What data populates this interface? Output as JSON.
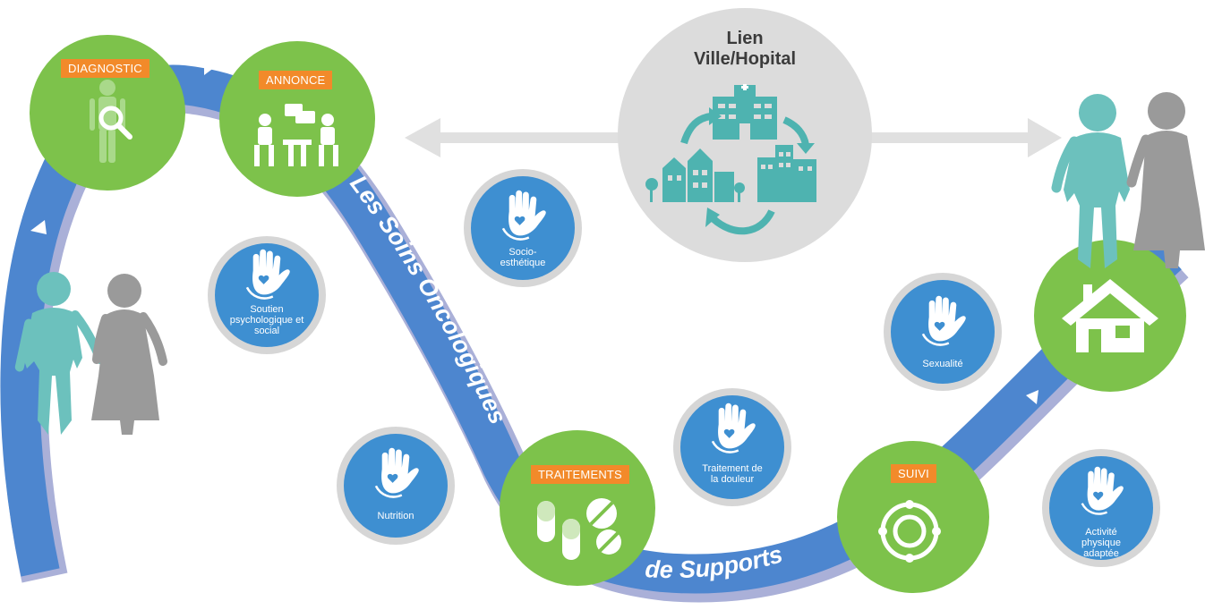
{
  "stages": {
    "diagnostic": "DIAGNOSTIC",
    "annonce": "ANNONCE",
    "traitements": "TRAITEMENTS",
    "suivi": "SUIVI"
  },
  "path_text": {
    "line1": "Les Soins Oncologiques",
    "line2": "de Supports"
  },
  "lien": {
    "title_line1": "Lien",
    "title_line2": "Ville/Hopital"
  },
  "care": {
    "socio": [
      "Socio-",
      "esthétique"
    ],
    "soutien": [
      "Soutien",
      "psychologique et",
      "social"
    ],
    "sexualite": [
      "Sexualité"
    ],
    "douleur": [
      "Traitement de",
      "la douleur"
    ],
    "nutrition": [
      "Nutrition"
    ],
    "activite": [
      "Activité",
      "physique",
      "adaptée"
    ]
  },
  "colors": {
    "stage_green": "#7dc24b",
    "care_blue": "#3e8fd1",
    "path_blue": "#4d86cf",
    "path_shadow": "#aab0d8",
    "tag_orange": "#f28a2a",
    "teal_person": "#6cc1bd",
    "gray_person": "#9a9a9a",
    "circle_gray": "#dadada"
  },
  "icons": [
    "body-magnifier-icon",
    "meeting-icon",
    "pills-icon",
    "cycle-icon",
    "house-icon",
    "heart-hand-icon",
    "hospital-city-cycle-icon",
    "couple-icon"
  ]
}
